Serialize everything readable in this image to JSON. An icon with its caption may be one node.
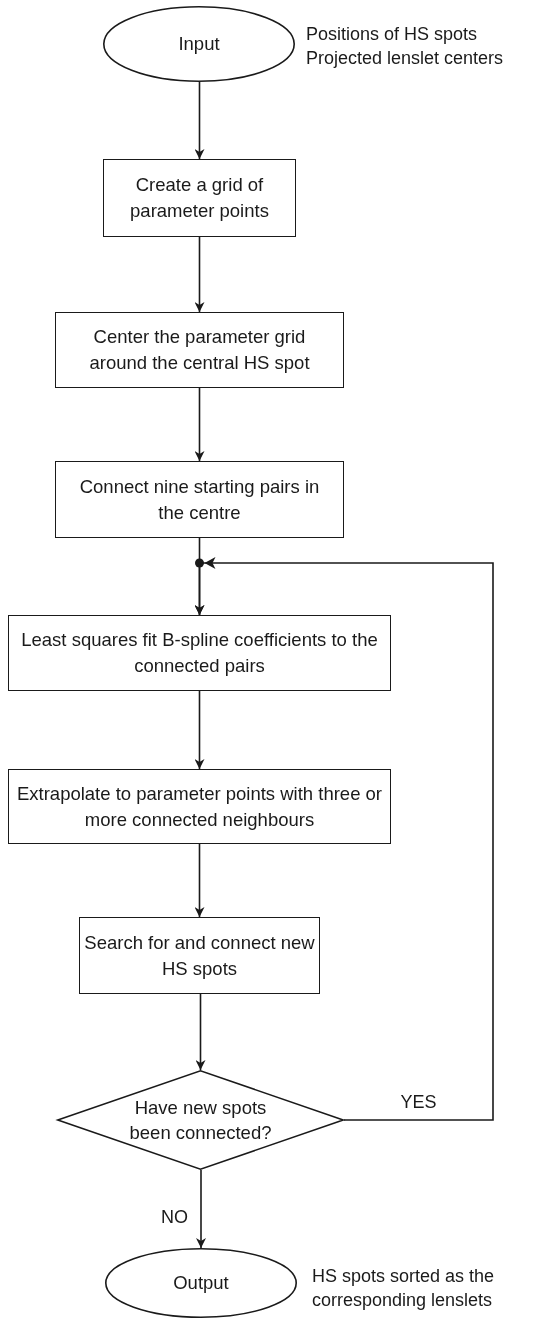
{
  "diagram": {
    "nodes": [
      {
        "text": [
          "Input"
        ],
        "beside": [
          "Positions of HS spots Projected lenslet centers"
        ]
      },
      {
        "text": [
          "Create a grid of parameter points"
        ]
      },
      {
        "text": [
          "Center the parameter grid around the central HS spot"
        ]
      },
      {
        "text": [
          "Connect nine starting pairs in the centre"
        ]
      },
      {
        "text": [
          "Least squares fit B-spline coefficients to the connected pairs"
        ]
      },
      {
        "text": [
          "Extrapolate to parameter points with three or more connected neighbours"
        ]
      },
      {
        "text": [
          "Search for and connect new HS spots"
        ]
      },
      {
        "text": [
          "Have new spots been connected?"
        ]
      },
      {
        "text": [
          "Output"
        ],
        "beside": [
          "HS spots sorted as the corresponding lenslets"
        ]
      }
    ],
    "edges": [
      {
        "from": 0,
        "to": 1,
        "arrow": "to"
      },
      {
        "from": 1,
        "to": 2,
        "arrow": "to"
      },
      {
        "from": 2,
        "to": 3,
        "arrow": "to"
      },
      {
        "from": 3,
        "to": 4,
        "arrow": "to"
      },
      {
        "from": 4,
        "to": 5,
        "arrow": "to"
      },
      {
        "from": 5,
        "to": 6,
        "arrow": "to"
      },
      {
        "from": 6,
        "to": 7,
        "arrow": "to"
      },
      {
        "from": 7,
        "to": 4,
        "arrow": "to",
        "label": "YES"
      },
      {
        "from": 7,
        "to": 8,
        "arrow": "to",
        "label": "NO"
      }
    ]
  }
}
